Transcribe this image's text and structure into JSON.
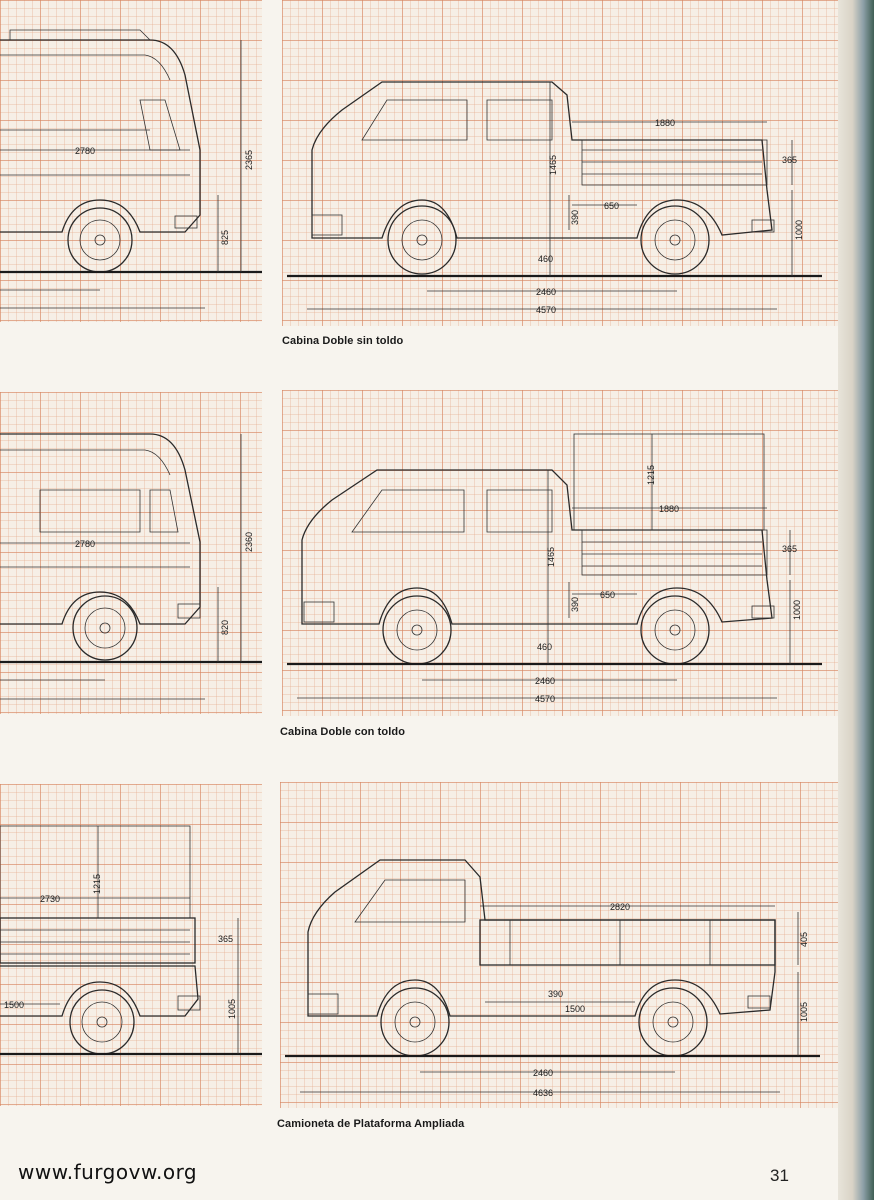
{
  "captions": {
    "row1": "Cabina Doble sin toldo",
    "row2": "Cabina Doble con toldo",
    "row3": "Camioneta de Plataforma Ampliada"
  },
  "footer": {
    "watermark": "www.furgovw.org",
    "page_number": "31"
  },
  "row1": {
    "left": {
      "length_inner": "2780",
      "height": "2365",
      "lower_height": "825"
    },
    "right": {
      "bed_length": "1880",
      "bed_height": "365",
      "cab_height": "1465",
      "step_width": "650",
      "step_height": "390",
      "floor_height": "1000",
      "clearance": "460",
      "wheelbase": "2460",
      "overall_length": "4570"
    }
  },
  "row2": {
    "left": {
      "length_inner": "2780",
      "height": "2360",
      "lower_height": "820"
    },
    "right": {
      "canopy_height": "1215",
      "bed_length": "1880",
      "bed_height": "365",
      "cab_height": "1465",
      "step_width": "650",
      "step_height": "390",
      "floor_height": "1000",
      "clearance": "460",
      "wheelbase": "2460",
      "overall_length": "4570"
    }
  },
  "row3": {
    "left": {
      "bed_length": "2730",
      "canopy_height": "1215",
      "bed_height": "365",
      "lower_height": "1005",
      "step_width": "1500"
    },
    "right": {
      "bed_length": "2820",
      "bed_height": "405",
      "step_height": "390",
      "step_width": "1500",
      "floor_height": "1005",
      "wheelbase": "2460",
      "overall_length": "4636"
    }
  }
}
